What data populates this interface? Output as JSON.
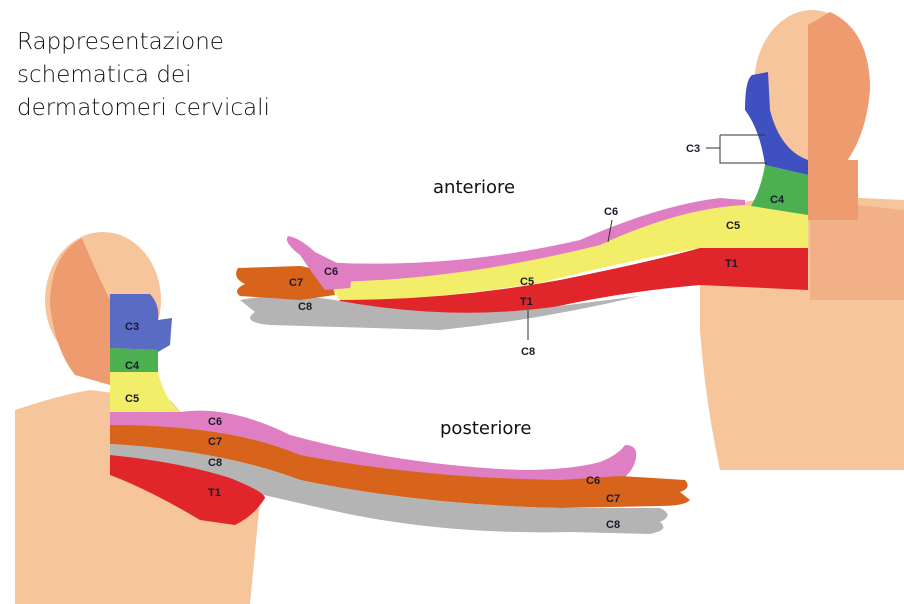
{
  "title_lines": [
    "Rappresentazione",
    "schematica dei",
    "dermatomeri cervicali"
  ],
  "views": {
    "anterior": "anteriore",
    "posterior": "posteriore"
  },
  "anterior_labels": {
    "c3": "C3",
    "c4": "C4",
    "c5_neck": "C5",
    "c6_arm": "C6",
    "c6_thumb": "C6",
    "c7": "C7",
    "c8": "C8",
    "c5_arm": "C5",
    "t1_arm": "T1",
    "t1_chest": "T1",
    "c8_pointer": "C8"
  },
  "posterior_labels": {
    "c3": "C3",
    "c4": "C4",
    "c5": "C5",
    "c6": "C6",
    "c7": "C7",
    "c8": "C8",
    "t1": "T1",
    "c6_hand": "C6",
    "c7_hand": "C7",
    "c8_hand": "C8"
  },
  "colors": {
    "skin_light": "#f7c59c",
    "skin_dark": "#ee9b6f",
    "c3": "#5a6bc4",
    "c4": "#4caf50",
    "c5": "#f3ee6a",
    "c6": "#e07ec4",
    "c7": "#d8641c",
    "c8": "#b4b4b4",
    "t1": "#e0262b"
  }
}
